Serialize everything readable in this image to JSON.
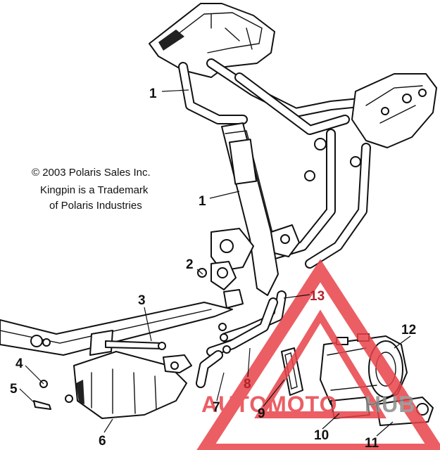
{
  "copyright": {
    "line1": "© 2003 Polaris Sales Inc.",
    "line2": "Kingpin is a Trademark",
    "line3": "of Polaris Industries"
  },
  "callouts": {
    "c1a": "1",
    "c1b": "1",
    "c2": "2",
    "c3": "3",
    "c4": "4",
    "c5": "5",
    "c6": "6",
    "c7": "7",
    "c8": "8",
    "c9": "9",
    "c10": "10",
    "c11": "11",
    "c12": "12",
    "c13": "13"
  },
  "watermark": {
    "text_red": "AUTOMOTO",
    "text_gray": "HUB",
    "color_red": "#e8434a",
    "color_gray": "#8c8c8c"
  }
}
